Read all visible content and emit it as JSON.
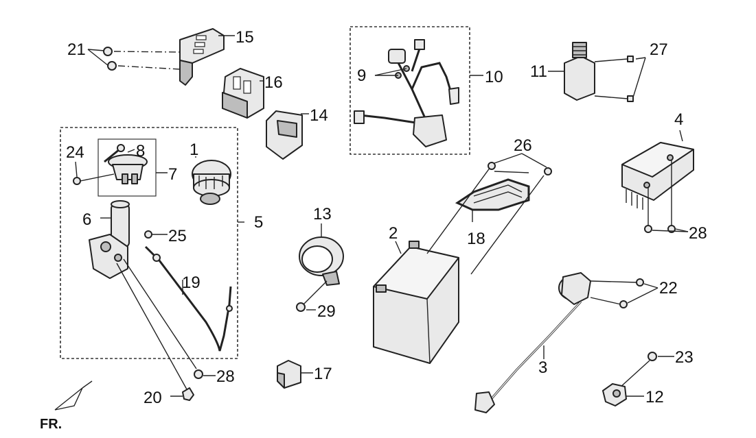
{
  "diagram": {
    "callouts": {
      "p1": "1",
      "p2": "2",
      "p3": "3",
      "p4": "4",
      "p5": "5",
      "p6": "6",
      "p7": "7",
      "p8": "8",
      "p9": "9",
      "p10": "10",
      "p11": "11",
      "p12": "12",
      "p13": "13",
      "p14": "14",
      "p15": "15",
      "p16": "16",
      "p17": "17",
      "p18": "18",
      "p19": "19",
      "p20": "20",
      "p21": "21",
      "p22": "22",
      "p23": "23",
      "p24": "24",
      "p25": "25",
      "p26": "26",
      "p27": "27",
      "p28a": "28",
      "p28b": "28",
      "p29": "29"
    },
    "front_indicator": "FR."
  }
}
